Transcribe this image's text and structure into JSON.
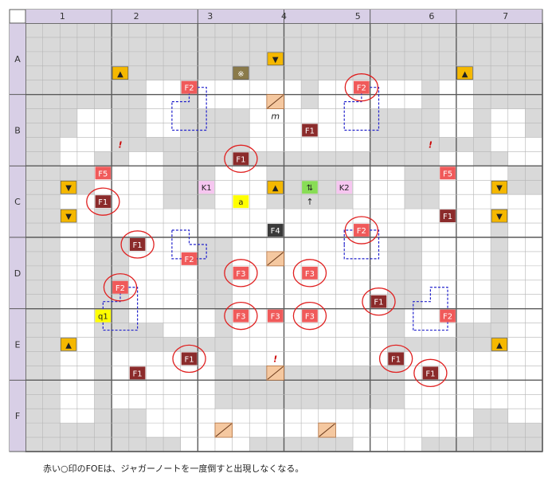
{
  "columns": [
    "1",
    "2",
    "3",
    "4",
    "5",
    "6",
    "7"
  ],
  "rows": [
    "A",
    "B",
    "C",
    "D",
    "E",
    "F"
  ],
  "grid": {
    "cols": 30,
    "rows": 30
  },
  "caption": "赤い○印のFOEは、ジャガーノートを一度倒すと出現しなくなる。",
  "colors": {
    "wall": "#d9d9d9",
    "floor": "#ffffff",
    "header": "#d8cfe6",
    "grid_line": "#b5b5b5",
    "thick_line": "#5a5a5a",
    "foe_f1": "#8b2b2b",
    "foe_red": "#f05a5a",
    "foe_dark": "#3a3a3a",
    "stairs": "#f5b800",
    "event_yellow": "#ffff00",
    "key_pink": "#f6c6f0",
    "shortcut_green": "#88dd55",
    "treasure": "#8a7a4a",
    "door": "#f5c8a0",
    "circle": "#e02020",
    "patrol": "#2222cc",
    "warning": "#cc0000"
  },
  "floor_rects": [
    [
      7,
      4,
      2,
      4
    ],
    [
      10,
      4,
      6,
      2
    ],
    [
      17,
      4,
      6,
      2
    ],
    [
      24,
      4,
      2,
      4
    ],
    [
      3,
      6,
      2,
      3
    ],
    [
      13,
      6,
      7,
      3
    ],
    [
      27,
      6,
      2,
      3
    ],
    [
      2,
      8,
      2,
      2
    ],
    [
      28,
      8,
      2,
      2
    ],
    [
      6,
      9,
      2,
      4
    ],
    [
      24,
      9,
      2,
      4
    ],
    [
      4,
      10,
      2,
      3
    ],
    [
      26,
      10,
      2,
      3
    ],
    [
      11,
      10,
      3,
      3
    ],
    [
      19,
      10,
      3,
      3
    ],
    [
      5,
      13,
      22,
      2
    ],
    [
      2,
      12,
      2,
      16
    ],
    [
      28,
      12,
      2,
      16
    ],
    [
      12,
      14,
      9,
      10
    ],
    [
      6,
      15,
      4,
      6
    ],
    [
      23,
      15,
      4,
      6
    ],
    [
      8,
      20,
      3,
      2
    ],
    [
      22,
      20,
      3,
      2
    ],
    [
      5,
      23,
      6,
      4
    ],
    [
      22,
      23,
      6,
      4
    ],
    [
      7,
      27,
      19,
      2
    ],
    [
      9,
      29,
      4,
      1
    ],
    [
      19,
      29,
      4,
      1
    ]
  ],
  "icons": [
    {
      "type": "stairs",
      "glyph": "▲",
      "col": 5,
      "row": 3
    },
    {
      "type": "stairs",
      "glyph": "▲",
      "col": 25,
      "row": 3
    },
    {
      "type": "stairs",
      "glyph": "▼",
      "col": 14,
      "row": 2
    },
    {
      "type": "stairs",
      "glyph": "▼",
      "col": 2,
      "row": 11
    },
    {
      "type": "stairs",
      "glyph": "▼",
      "col": 2,
      "row": 13
    },
    {
      "type": "stairs",
      "glyph": "▲",
      "col": 14,
      "row": 11
    },
    {
      "type": "stairs",
      "glyph": "▼",
      "col": 27,
      "row": 11
    },
    {
      "type": "stairs",
      "glyph": "▼",
      "col": 27,
      "row": 13
    },
    {
      "type": "stairs",
      "glyph": "▲",
      "col": 2,
      "row": 22
    },
    {
      "type": "stairs",
      "glyph": "▲",
      "col": 27,
      "row": 22
    },
    {
      "type": "treasure",
      "glyph": "※",
      "col": 12,
      "row": 3
    }
  ],
  "labels": [
    {
      "text": "F2",
      "style": "red",
      "col": 9,
      "row": 4
    },
    {
      "text": "F2",
      "style": "red",
      "col": 19,
      "row": 4,
      "circled": true
    },
    {
      "text": "F1",
      "style": "dark",
      "col": 16,
      "row": 7
    },
    {
      "text": "F1",
      "style": "dark",
      "col": 12,
      "row": 9,
      "circled": true
    },
    {
      "text": "F5",
      "style": "red",
      "col": 4,
      "row": 10
    },
    {
      "text": "F5",
      "style": "red",
      "col": 24,
      "row": 10
    },
    {
      "text": "K1",
      "style": "pink",
      "col": 10,
      "row": 11
    },
    {
      "text": "K2",
      "style": "pink",
      "col": 18,
      "row": 11
    },
    {
      "text": "a",
      "style": "yellow",
      "col": 12,
      "row": 12
    },
    {
      "text": "⇅",
      "style": "green",
      "col": 16,
      "row": 11
    },
    {
      "text": "F1",
      "style": "dark",
      "col": 4,
      "row": 12,
      "circled": true
    },
    {
      "text": "F1",
      "style": "dark",
      "col": 24,
      "row": 13
    },
    {
      "text": "F4",
      "style": "black",
      "col": 14,
      "row": 14
    },
    {
      "text": "F2",
      "style": "red",
      "col": 19,
      "row": 14,
      "circled": true
    },
    {
      "text": "F1",
      "style": "dark",
      "col": 6,
      "row": 15,
      "circled": true
    },
    {
      "text": "F2",
      "style": "red",
      "col": 9,
      "row": 16
    },
    {
      "text": "F3",
      "style": "red",
      "col": 12,
      "row": 17,
      "circled": true
    },
    {
      "text": "F3",
      "style": "red",
      "col": 16,
      "row": 17,
      "circled": true
    },
    {
      "text": "F2",
      "style": "red",
      "col": 5,
      "row": 18,
      "circled": true
    },
    {
      "text": "F1",
      "style": "dark",
      "col": 20,
      "row": 19,
      "circled": true
    },
    {
      "text": "q1",
      "style": "yellow",
      "col": 4,
      "row": 20
    },
    {
      "text": "F3",
      "style": "red",
      "col": 12,
      "row": 20,
      "circled": true
    },
    {
      "text": "F3",
      "style": "red",
      "col": 14,
      "row": 20
    },
    {
      "text": "F3",
      "style": "red",
      "col": 16,
      "row": 20,
      "circled": true
    },
    {
      "text": "F2",
      "style": "red",
      "col": 24,
      "row": 20
    },
    {
      "text": "F1",
      "style": "dark",
      "col": 9,
      "row": 23,
      "circled": true
    },
    {
      "text": "F1",
      "style": "dark",
      "col": 21,
      "row": 23,
      "circled": true
    },
    {
      "text": "F1",
      "style": "dark",
      "col": 6,
      "row": 24
    },
    {
      "text": "F1",
      "style": "dark",
      "col": 23,
      "row": 24,
      "circled": true
    }
  ],
  "texts": [
    {
      "text": "m",
      "col": 14,
      "row": 6,
      "style": "italic"
    },
    {
      "text": "!",
      "col": 5,
      "row": 8,
      "style": "warn"
    },
    {
      "text": "!",
      "col": 23,
      "row": 8,
      "style": "warn"
    },
    {
      "text": "!",
      "col": 14,
      "row": 23,
      "style": "warn"
    },
    {
      "text": "↑",
      "col": 16,
      "row": 12,
      "style": "plain"
    }
  ],
  "doors": [
    [
      14,
      5
    ],
    [
      14,
      16
    ],
    [
      11,
      28
    ],
    [
      17,
      28
    ],
    [
      14,
      24
    ]
  ],
  "patrols": [
    {
      "points": [
        [
          8,
          5
        ],
        [
          9,
          5
        ],
        [
          9,
          4
        ],
        [
          10,
          4
        ],
        [
          10,
          7
        ],
        [
          8,
          7
        ],
        [
          8,
          5
        ]
      ]
    },
    {
      "points": [
        [
          18,
          5
        ],
        [
          19,
          5
        ],
        [
          19,
          4
        ],
        [
          20,
          4
        ],
        [
          20,
          7
        ],
        [
          18,
          7
        ],
        [
          18,
          5
        ]
      ]
    },
    {
      "points": [
        [
          8,
          14
        ],
        [
          9,
          14
        ],
        [
          9,
          15
        ],
        [
          10,
          15
        ],
        [
          10,
          16
        ],
        [
          8,
          16
        ],
        [
          8,
          14
        ]
      ]
    },
    {
      "points": [
        [
          18,
          15
        ],
        [
          18,
          14
        ],
        [
          20,
          14
        ],
        [
          20,
          16
        ],
        [
          18,
          16
        ],
        [
          18,
          15
        ]
      ]
    },
    {
      "points": [
        [
          4,
          19
        ],
        [
          5,
          19
        ],
        [
          5,
          18
        ],
        [
          6,
          18
        ],
        [
          6,
          21
        ],
        [
          4,
          21
        ],
        [
          4,
          19
        ]
      ]
    },
    {
      "points": [
        [
          22,
          21
        ],
        [
          22,
          19
        ],
        [
          23,
          19
        ],
        [
          23,
          18
        ],
        [
          24,
          18
        ],
        [
          24,
          21
        ],
        [
          22,
          21
        ]
      ]
    }
  ]
}
